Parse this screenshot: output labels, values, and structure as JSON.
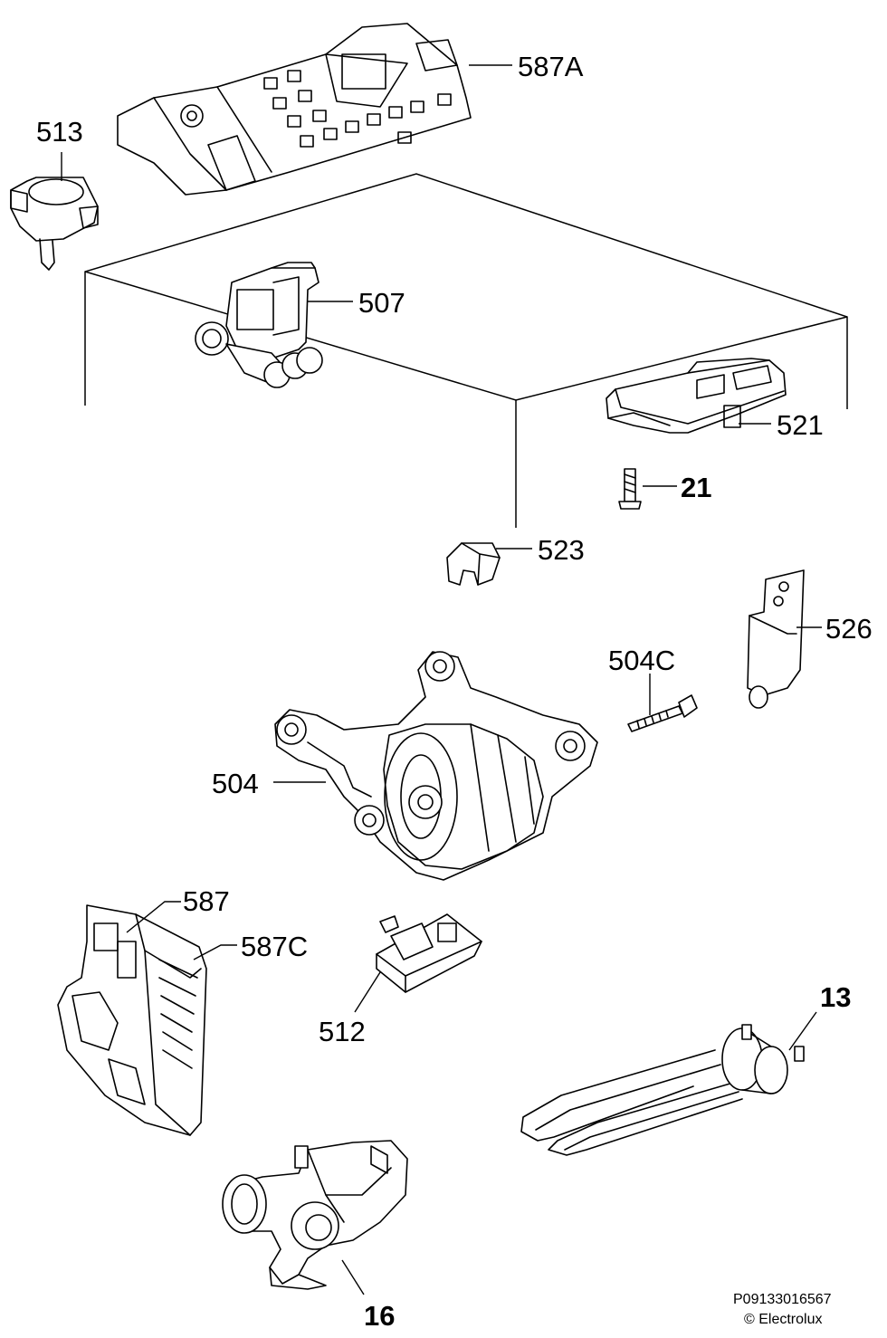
{
  "labels": {
    "p587a": "587A",
    "p513": "513",
    "p507": "507",
    "p521": "521",
    "p21": "21",
    "p523": "523",
    "p526": "526",
    "p504c": "504C",
    "p504": "504",
    "p587": "587",
    "p587c": "587C",
    "p512": "512",
    "p13": "13",
    "p16": "16"
  },
  "footer": {
    "code": "P09133016567",
    "copyright": "© Electrolux"
  }
}
